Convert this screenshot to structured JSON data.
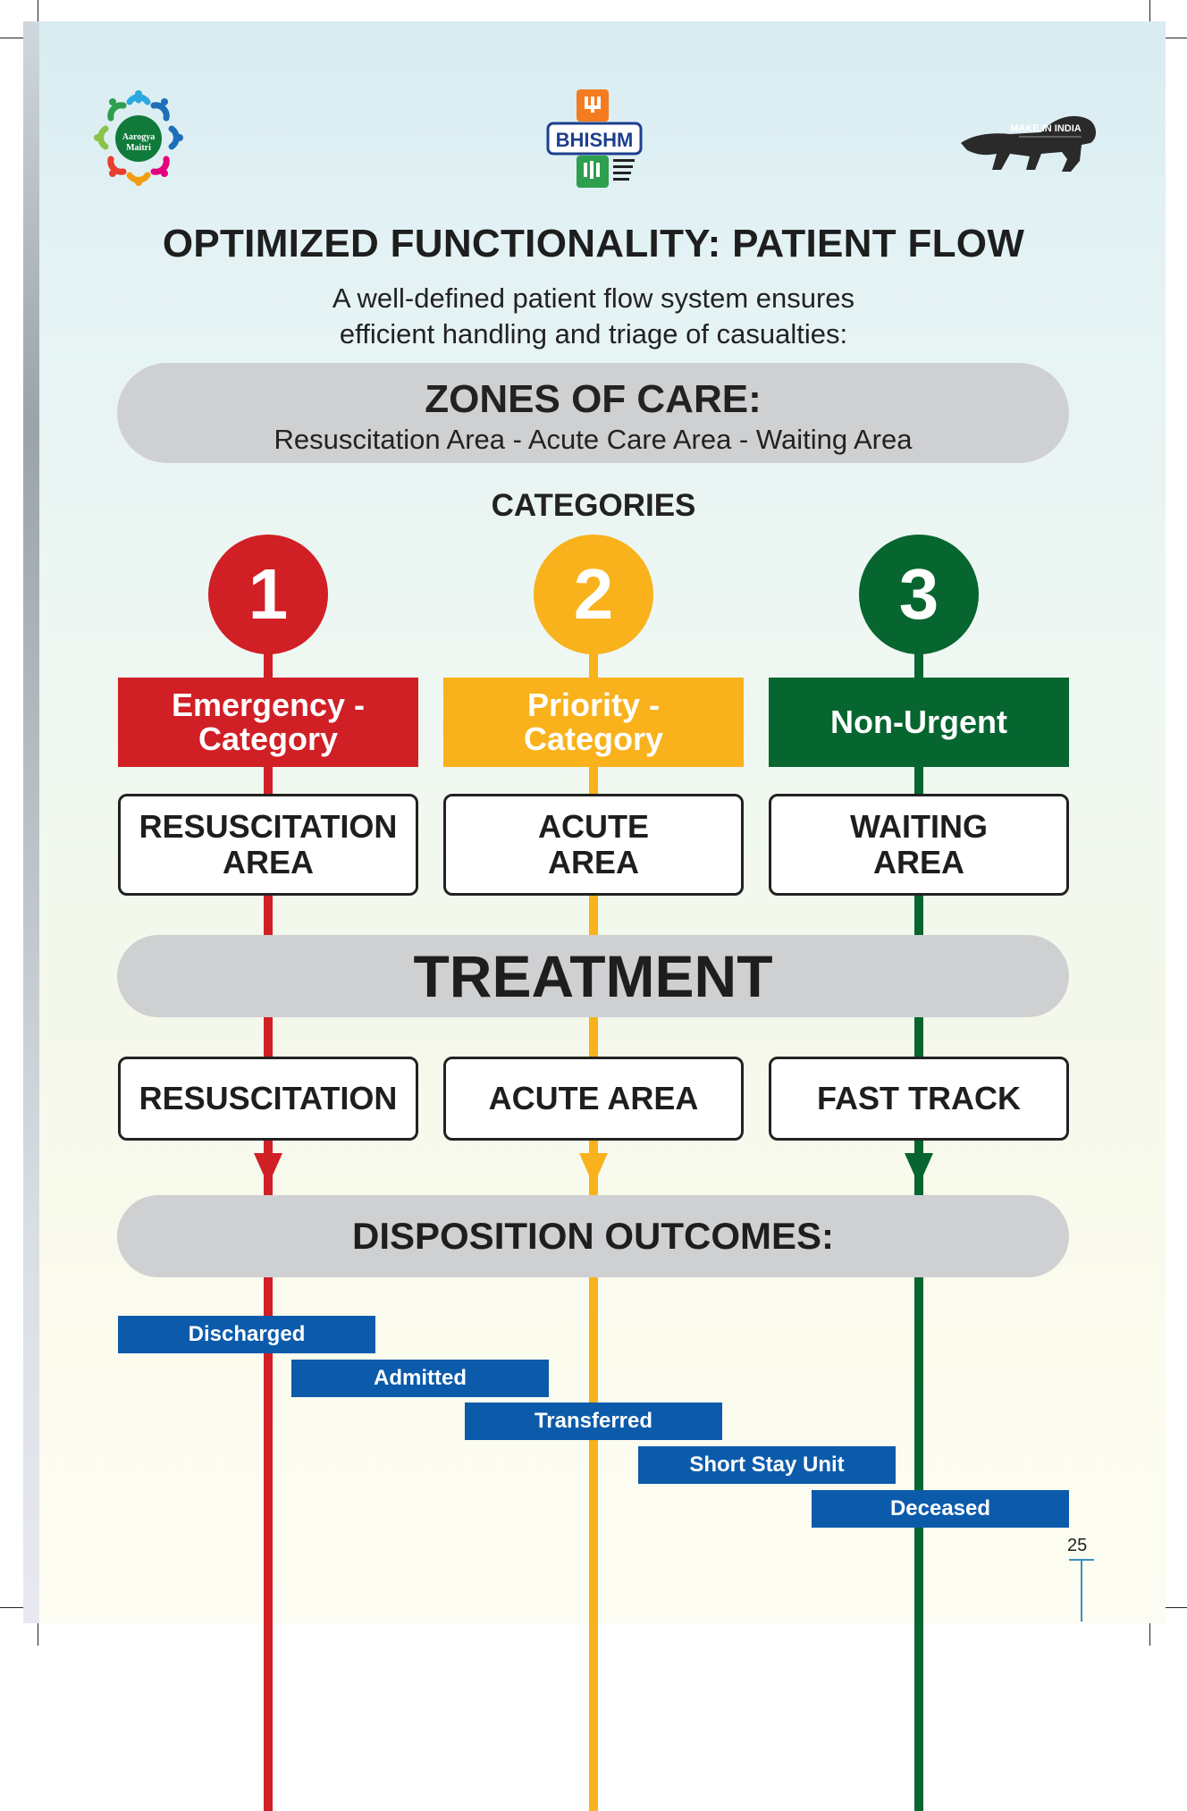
{
  "header": {
    "title": "OPTIMIZED FUNCTIONALITY: PATIENT FLOW",
    "intro_line1": "A well-defined patient flow system ensures",
    "intro_line2": "efficient handling and triage of casualties:"
  },
  "logos": {
    "left_line1": "Aarogya",
    "left_line2": "Maitri",
    "center": "BHISHM",
    "right": "MAKE IN INDIA"
  },
  "zones": {
    "heading": "ZONES OF CARE:",
    "subtitle": "Resuscitation Area - Acute Care Area - Waiting Area"
  },
  "categories_label": "CATEGORIES",
  "columns": [
    {
      "number": "1",
      "category_line1": "Emergency -",
      "category_line2": "Category",
      "area_line1": "RESUSCITATION",
      "area_line2": "AREA",
      "track": "RESUSCITATION",
      "color": "#d11f26"
    },
    {
      "number": "2",
      "category_line1": "Priority -",
      "category_line2": "Category",
      "area_line1": "ACUTE",
      "area_line2": "AREA",
      "track": "ACUTE AREA",
      "color": "#f9b21c"
    },
    {
      "number": "3",
      "category_line1": "Non-Urgent",
      "category_line2": "",
      "area_line1": "WAITING",
      "area_line2": "AREA",
      "track": "FAST TRACK",
      "color": "#076530"
    }
  ],
  "treatment": "TREATMENT",
  "disposition": {
    "heading": "DISPOSITION OUTCOMES:",
    "outcomes": [
      "Discharged",
      "Admitted",
      "Transferred",
      "Short Stay Unit",
      "Deceased"
    ],
    "color": "#0c5bab"
  },
  "page_number": "25"
}
